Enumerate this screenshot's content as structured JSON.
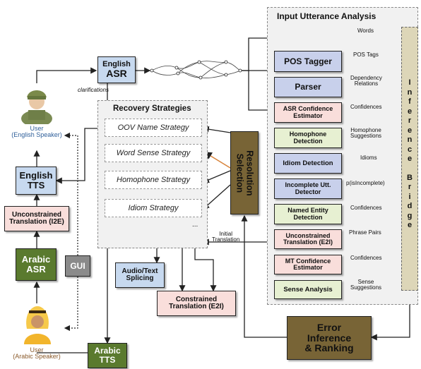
{
  "panels": {
    "input_analysis": "Input Utterance Analysis",
    "recovery": "Recovery Strategies"
  },
  "english_asr": [
    "English",
    "ASR"
  ],
  "english_tts": [
    "English",
    "TTS"
  ],
  "arabic_asr": [
    "Arabic",
    "ASR"
  ],
  "arabic_tts": [
    "Arabic",
    "TTS"
  ],
  "gui": "GUI",
  "unconstrained_i2e": [
    "Unconstrained",
    "Translation (I2E)"
  ],
  "audio_splicing": [
    "Audio/Text",
    "Splicing"
  ],
  "constrained_e2i": [
    "Constrained",
    "Translation (E2I)"
  ],
  "resolution_selection": [
    "Resolution",
    "Selection"
  ],
  "error_inference": [
    "Error",
    "Inference",
    "& Ranking"
  ],
  "user_english": [
    "User",
    "(English Speaker)"
  ],
  "user_arabic": [
    "User",
    "(Arabic Speaker)"
  ],
  "clarifications": "clarifications",
  "initial_translation": [
    "Initial",
    "Translation"
  ],
  "strategies": [
    "OOV Name Strategy",
    "Word Sense Strategy",
    "Homophone Strategy",
    "Idiom Strategy"
  ],
  "strategies_more": "...",
  "bridge_letters": [
    "I",
    "n",
    "f",
    "e",
    "r",
    "e",
    "n",
    "c",
    "e",
    "",
    "B",
    "r",
    "i",
    "d",
    "g",
    "e"
  ],
  "analysis": {
    "pos_tagger": "POS Tagger",
    "parser": "Parser",
    "asr_conf": [
      "ASR Confidence",
      "Estimator"
    ],
    "homophone": [
      "Homophone",
      "Detection"
    ],
    "idiom": "Idiom Detection",
    "incomplete": [
      "Incomplete Utt.",
      "Detector"
    ],
    "named_entity": [
      "Named Entity",
      "Detection"
    ],
    "unconstrained_e2i": [
      "Unconstrained",
      "Translation (E2I)"
    ],
    "mt_conf": [
      "MT Confidence",
      "Estimator"
    ],
    "sense": "Sense Analysis"
  },
  "outputs": {
    "words": "Words",
    "pos_tags": "POS Tags",
    "dependency": [
      "Dependency",
      "Relations"
    ],
    "confidences1": "Confidences",
    "homophone_sugg": [
      "Homophone",
      "Suggestions"
    ],
    "idioms": "Idioms",
    "p_incomplete": "p(isIncomplete)",
    "confidences2": "Confidences",
    "phrase_pairs": "Phrase Pairs",
    "confidences3": "Confidences",
    "sense_sugg": [
      "Sense",
      "Suggestions"
    ]
  },
  "colors": {
    "blue": "#c7d9ef",
    "purple": "#5a2d6b",
    "peach": "#f9dedb",
    "green_light": "#e7f0d2",
    "dark_green": "#5a7a2e",
    "olive": "#786436",
    "gray": "#8a8a8a",
    "bridge": "#ddd6b8"
  }
}
